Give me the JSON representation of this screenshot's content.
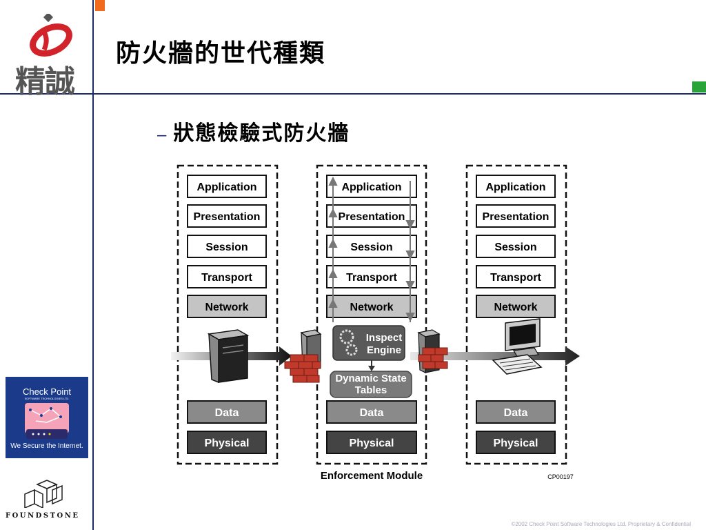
{
  "header": {
    "title": "防火牆的世代種類"
  },
  "content": {
    "bullet_dash": "–",
    "subtitle": "狀態檢驗式防火牆"
  },
  "logos": {
    "top_logo_text": "精誠",
    "checkpoint_name": "Check Point",
    "checkpoint_sub": "SOFTWARE TECHNOLOGIES LTD.",
    "checkpoint_slogan": "We Secure the Internet.",
    "foundstone": "FOUNDSTONE"
  },
  "diagram": {
    "layers_left": [
      "Application",
      "Presentation",
      "Session",
      "Transport",
      "Network",
      "Data",
      "Physical"
    ],
    "layers_mid": [
      "Application",
      "Presentation",
      "Session",
      "Transport",
      "Network",
      "Data",
      "Physical"
    ],
    "layers_right": [
      "Application",
      "Presentation",
      "Session",
      "Transport",
      "Network",
      "Data",
      "Physical"
    ],
    "inspect_engine": [
      "Inspect",
      "Engine"
    ],
    "state_tables": [
      "Dynamic State",
      "Tables"
    ],
    "module_label": "Enforcement Module",
    "code": "CP00197"
  },
  "footer": {
    "copyright": "©2002 Check Point Software Technologies Ltd. Proprietary & Confidential"
  },
  "colors": {
    "frame": "#1a2a6b",
    "orange": "#f26a1b",
    "green": "#2aa33a",
    "logo_red": "#d2222a"
  }
}
